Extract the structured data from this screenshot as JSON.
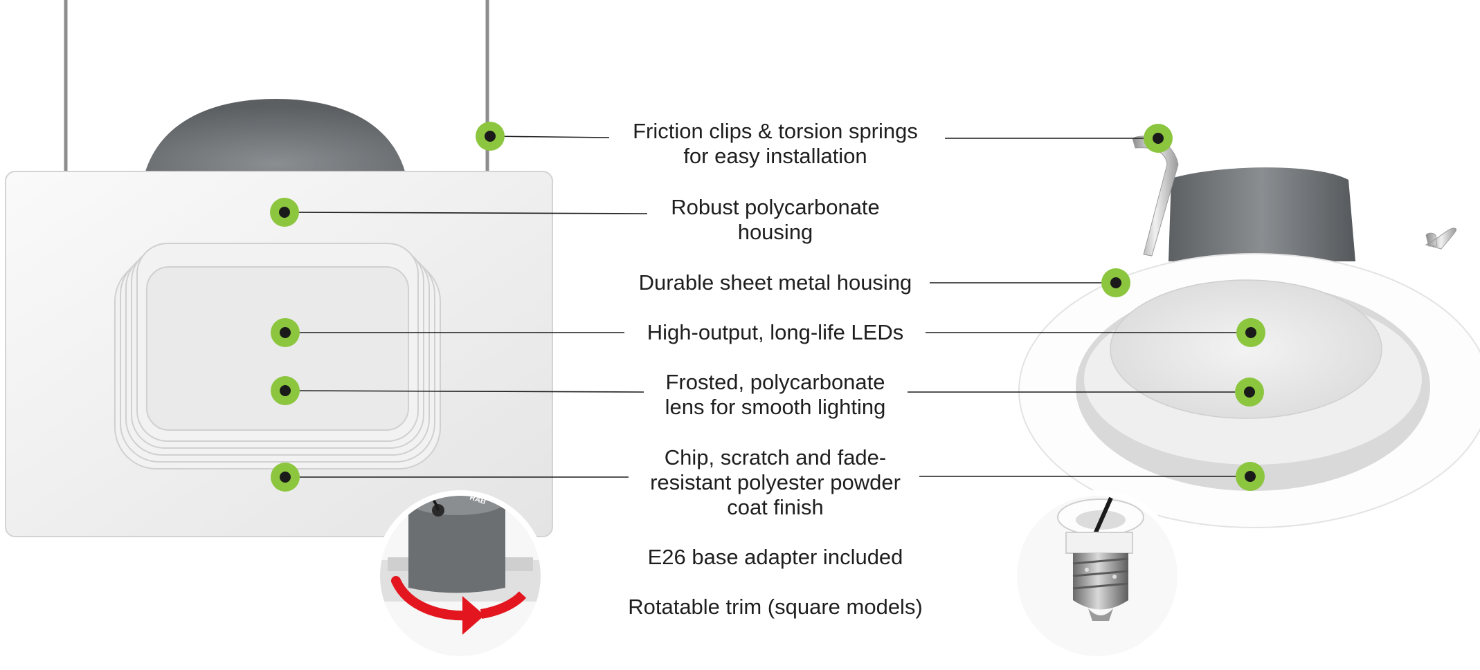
{
  "callouts": [
    {
      "lines": [
        "Friction clips & torsion springs",
        "for easy installation"
      ]
    },
    {
      "lines": [
        "Robust polycarbonate",
        "housing"
      ]
    },
    {
      "lines": [
        "Durable sheet metal housing"
      ]
    },
    {
      "lines": [
        "High-output, long-life LEDs"
      ]
    },
    {
      "lines": [
        "Frosted, polycarbonate",
        "lens for smooth lighting"
      ]
    },
    {
      "lines": [
        "Chip, scratch and fade-",
        "resistant polyester powder",
        "coat finish"
      ]
    },
    {
      "lines": [
        "E26 base adapter included"
      ]
    },
    {
      "lines": [
        "Rotatable trim (square models)"
      ]
    }
  ],
  "brand_mark": "RAB",
  "colors": {
    "marker_ring": "#8cc63f",
    "marker_dot": "#1a1a1a",
    "leader_line": "#1a1a1a",
    "rotate_arrow": "#e3161f",
    "housing_gray": "#6e7275"
  }
}
